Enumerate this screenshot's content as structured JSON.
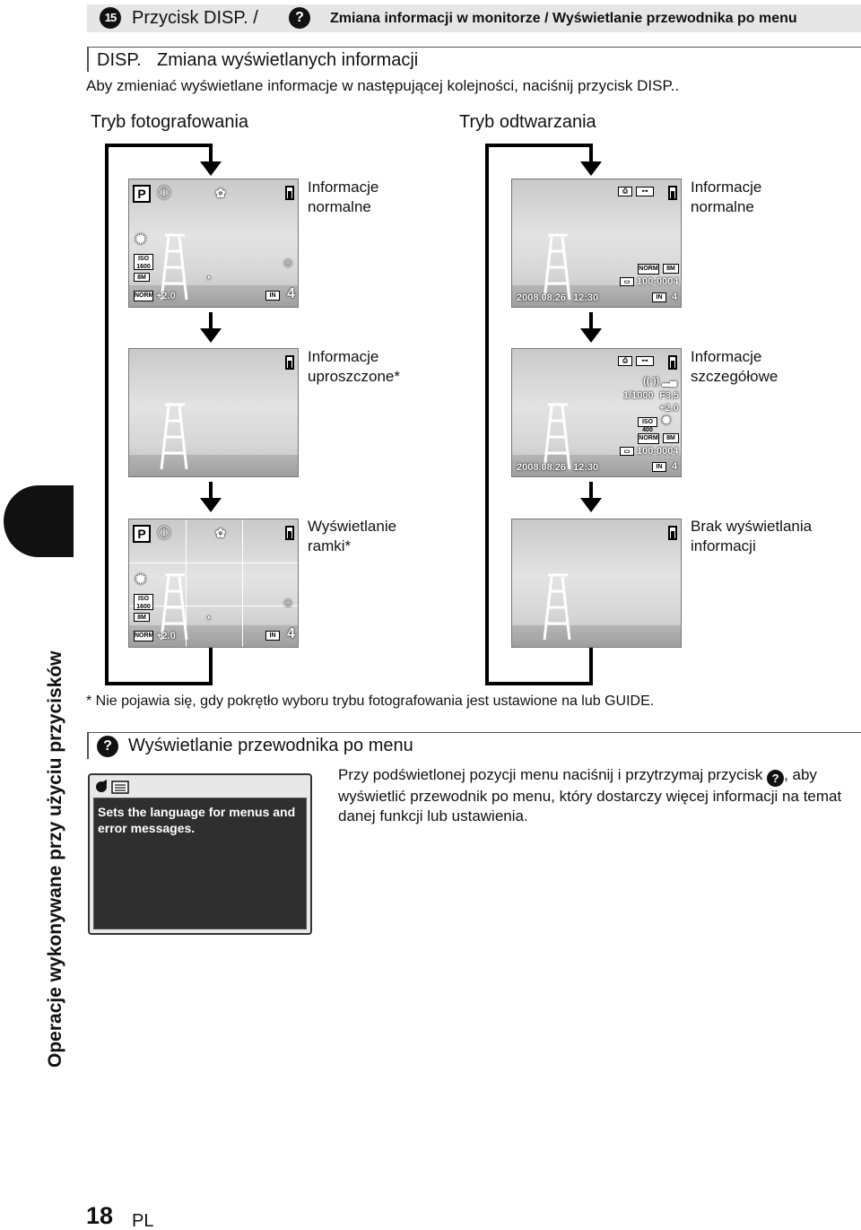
{
  "header": {
    "number": "15",
    "title": "Przycisk DISP. /",
    "help_symbol": "?",
    "subtitle": "Zmiana informacji w monitorze / Wyświetlanie przewodnika po menu"
  },
  "section1": {
    "disp_label": "DISP.",
    "title": "Zmiana wyświetlanych informacji",
    "intro": "Aby zmieniać wyświetlane informacje w następującej kolejności, naciśnij przycisk DISP.."
  },
  "modes": {
    "shooting": "Tryb fotografowania",
    "playback": "Tryb odtwarzania"
  },
  "shooting_screens": [
    {
      "label": "Informacje normalne"
    },
    {
      "label": "Informacje uproszczone*"
    },
    {
      "label": "Wyświetlanie ramki*"
    }
  ],
  "playback_screens": [
    {
      "label": "Informacje normalne"
    },
    {
      "label": "Informacje szczegółowe"
    },
    {
      "label": "Brak wyświetlania informacji"
    }
  ],
  "overlay": {
    "mode_p": "P",
    "iso": "ISO 1600",
    "size": "8M",
    "quality": "NORM",
    "ev": "+2.0",
    "memory": "IN",
    "shots": "4",
    "date": "2008.08.26",
    "time": "12:30",
    "file_no": "100-0004",
    "shutter": "1/1000",
    "aperture": "F3.5",
    "iso_play": "ISO 400",
    "frame_no": "4"
  },
  "footnote": "* Nie pojawia się, gdy pokrętło wyboru trybu fotografowania jest ustawione na  lub GUIDE.",
  "section2": {
    "help_symbol": "?",
    "title": "Wyświetlanie przewodnika po menu",
    "guide_text": "Sets the language for menus and error messages.",
    "body_part1": "Przy podświetlonej pozycji menu naciśnij i przytrzymaj przycisk",
    "body_part2": ", aby wyświetlić przewodnik po menu, który dostarczy więcej informacji na temat danej funkcji lub ustawienia."
  },
  "side_tab": "Operacje wykonywane przy użyciu przycisków",
  "footer": {
    "page": "18",
    "lang": "PL"
  }
}
